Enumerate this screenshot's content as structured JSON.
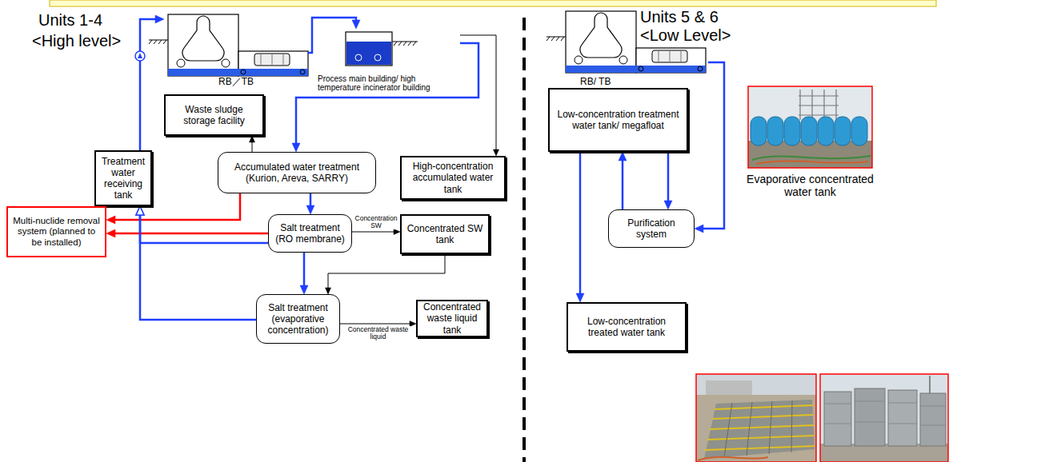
{
  "diagram": {
    "nodes": [
      {
        "text": [
          "RB／TB"
        ]
      },
      {
        "text": [
          "Process main building/ high temperature incinerator building"
        ]
      },
      {
        "text": [
          "RB/ TB"
        ]
      },
      {
        "text": [
          "Waste sludge storage facility"
        ]
      },
      {
        "text": [
          "Low-concentration treatment water tank/ megafloat"
        ]
      },
      {
        "text": [
          "Treatment water receiving tank"
        ]
      },
      {
        "text": [
          "Accumulated water treatment (Kurion, Areva, SARRY)"
        ]
      },
      {
        "text": [
          "High-concentration accumulated water tank"
        ]
      },
      {
        "text": [
          "Multi-nuclide removal system (planned to be installed)"
        ]
      },
      {
        "text": [
          "Purification system"
        ]
      },
      {
        "text": [
          "Salt treatment (RO membrane)"
        ]
      },
      {
        "text": [
          "Concentrated SW tank"
        ]
      },
      {
        "text": [
          "Salt treatment (evaporative concentration)"
        ]
      },
      {
        "text": [
          "Concentrated waste liquid tank"
        ]
      },
      {
        "text": [
          "Low-concentration treated water tank"
        ]
      }
    ],
    "edges": [
      {
        "from": 5,
        "to": 0,
        "arrow": "to"
      },
      {
        "from": 0,
        "to": 1,
        "arrow": "to"
      },
      {
        "from": 1,
        "to": 6,
        "arrow": "to"
      },
      {
        "from": 1,
        "to": 7,
        "arrow": "to"
      },
      {
        "from": 6,
        "to": 3,
        "arrow": "to"
      },
      {
        "from": 6,
        "to": 10,
        "arrow": "to"
      },
      {
        "from": 6,
        "to": 8,
        "arrow": "to"
      },
      {
        "from": 10,
        "to": 11,
        "label": "Concentration SW",
        "arrow": "to"
      },
      {
        "from": 10,
        "to": 5,
        "arrow": "to"
      },
      {
        "from": 10,
        "to": 8,
        "arrow": "to"
      },
      {
        "from": 12,
        "to": 5,
        "arrow": "to"
      },
      {
        "from": 12,
        "to": 13,
        "label": "Concentrated waste liquid",
        "arrow": "to"
      },
      {
        "from": 11,
        "to": 12,
        "arrow": "to"
      },
      {
        "from": 10,
        "to": 12,
        "arrow": "to"
      },
      {
        "from": 2,
        "to": 9,
        "arrow": "to"
      },
      {
        "from": 9,
        "to": 4,
        "arrow": "to"
      },
      {
        "from": 4,
        "to": 9,
        "arrow": "to"
      },
      {
        "from": 4,
        "to": 14,
        "arrow": "to"
      }
    ],
    "labels": [
      "Units 1-4",
      "<High level>",
      "Units 5 & 6",
      "<Low Level>",
      "Evaporative concentrated water tank"
    ]
  }
}
